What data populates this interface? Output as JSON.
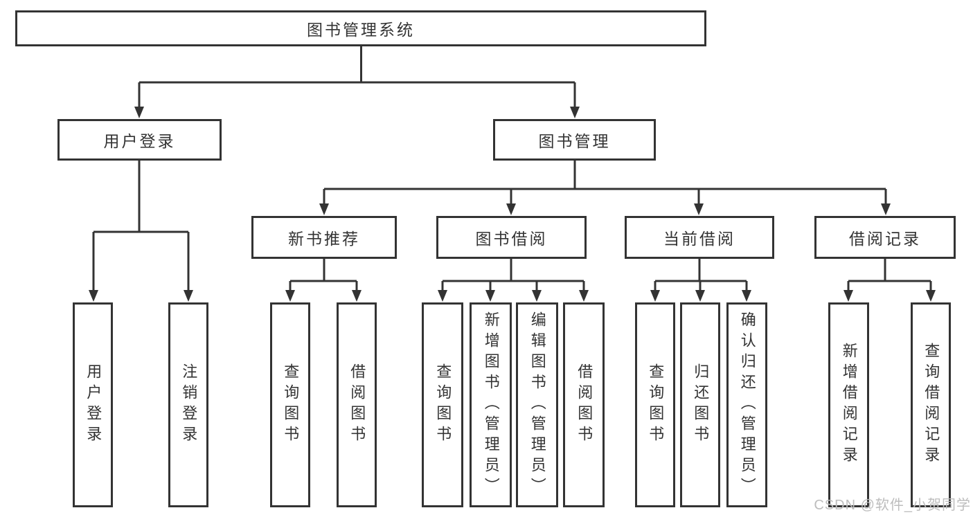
{
  "title": "图书管理系统",
  "watermark": "CSDN @软件_小贺同学",
  "colors": {
    "line": "#333333",
    "text": "#333333",
    "watermark": "#bdbdbd",
    "background": "#ffffff"
  },
  "tree": {
    "root": "图书管理系统",
    "branches": [
      {
        "label": "用户登录",
        "children": [
          "用户登录",
          "注销登录"
        ]
      },
      {
        "label": "图书管理",
        "children_groups": [
          {
            "label": "新书推荐",
            "children": [
              "查询图书",
              "借阅图书"
            ]
          },
          {
            "label": "图书借阅",
            "children": [
              "查询图书",
              "新增图书（管理员）",
              "编辑图书（管理员）",
              "借阅图书"
            ]
          },
          {
            "label": "当前借阅",
            "children": [
              "查询图书",
              "归还图书",
              "确认归还（管理员）"
            ]
          },
          {
            "label": "借阅记录",
            "children": [
              "新增借阅记录",
              "查询借阅记录"
            ]
          }
        ]
      }
    ]
  }
}
